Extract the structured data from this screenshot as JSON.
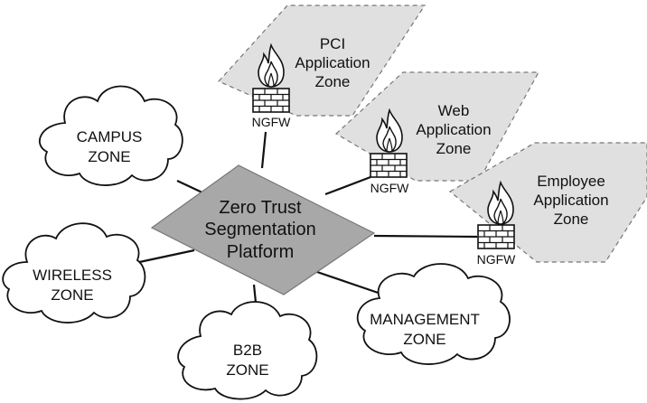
{
  "platform": {
    "lines": [
      "Zero Trust",
      "Segmentation",
      "Platform"
    ]
  },
  "zones": [
    {
      "id": "campus",
      "lines": [
        "CAMPUS",
        "ZONE"
      ]
    },
    {
      "id": "wireless",
      "lines": [
        "WIRELESS",
        "ZONE"
      ]
    },
    {
      "id": "b2b",
      "lines": [
        "B2B",
        "ZONE"
      ]
    },
    {
      "id": "management",
      "lines": [
        "MANAGEMENT",
        "ZONE"
      ]
    }
  ],
  "app_zones": [
    {
      "id": "pci",
      "lines": [
        "PCI",
        "Application",
        "Zone"
      ]
    },
    {
      "id": "web",
      "lines": [
        "Web",
        "Application",
        "Zone"
      ]
    },
    {
      "id": "employee",
      "lines": [
        "Employee",
        "Application",
        "Zone"
      ]
    }
  ],
  "firewall_label": "NGFW",
  "colors": {
    "platform_fill": "#a8a8a8",
    "app_zone_fill": "#e0e0e0",
    "outline": "#111111"
  }
}
